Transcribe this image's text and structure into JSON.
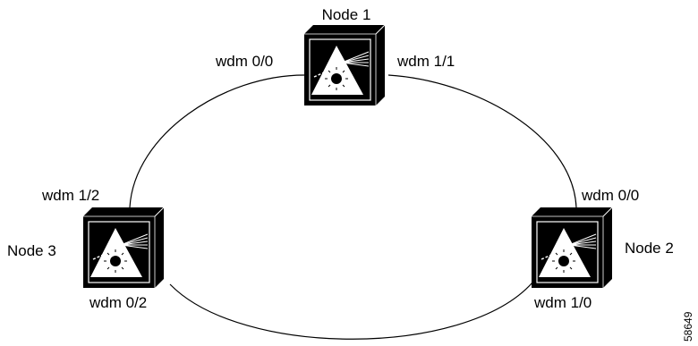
{
  "figure_id": "58649",
  "nodes": [
    {
      "name": "Node 1",
      "ports": [
        "wdm 0/0",
        "wdm 1/1"
      ]
    },
    {
      "name": "Node 2",
      "ports": [
        "wdm 0/0",
        "wdm 1/0"
      ]
    },
    {
      "name": "Node 3",
      "ports": [
        "wdm 1/2",
        "wdm 0/2"
      ]
    }
  ],
  "colors": {
    "line": "#000000",
    "box": "#000000",
    "background": "#ffffff"
  },
  "icon": "optical-node-prism-icon"
}
